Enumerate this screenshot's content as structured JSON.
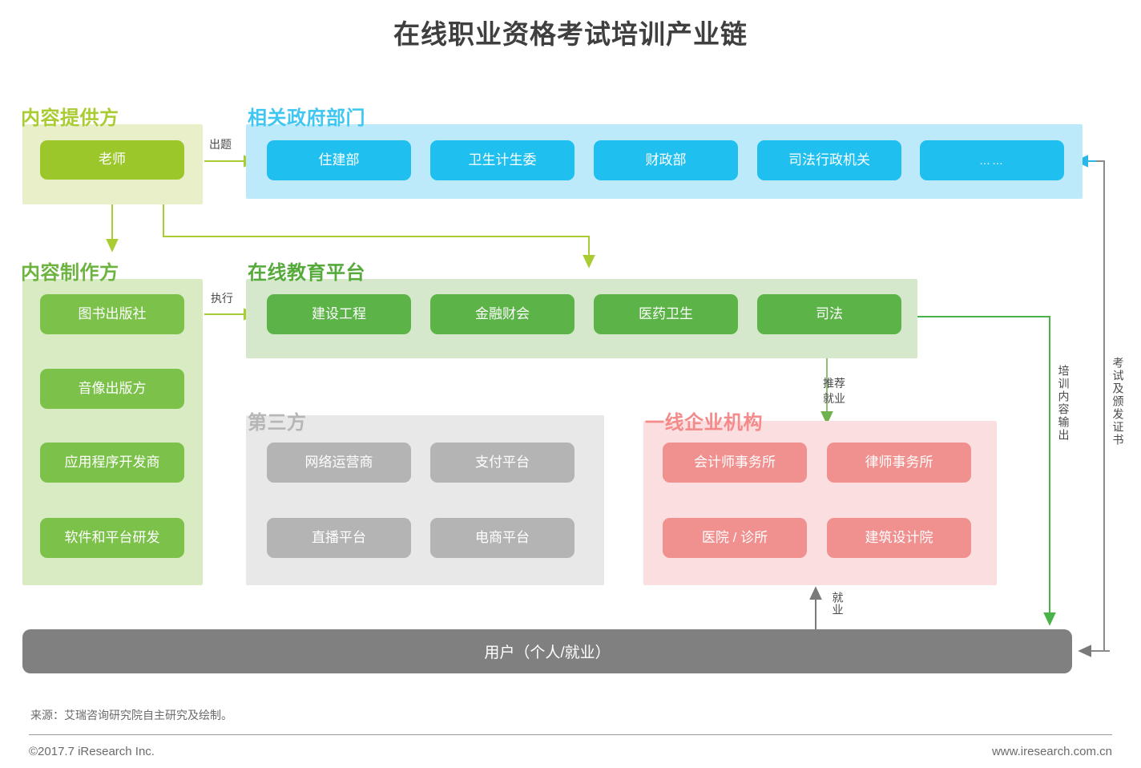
{
  "title": "在线职业资格考试培训产业链",
  "groups": {
    "provider": {
      "title": "内容提供方",
      "color": "#aacc33",
      "panel_color": "#e8efc9",
      "chip_color": "#9cc72b",
      "items": [
        {
          "label": "老师"
        }
      ]
    },
    "government": {
      "title": "相关政府部门",
      "color": "#3fc6f1",
      "panel_color": "#bdeafb",
      "chip_color": "#1fc0ef",
      "items": [
        {
          "label": "住建部"
        },
        {
          "label": "卫生计生委"
        },
        {
          "label": "财政部"
        },
        {
          "label": "司法行政机关"
        },
        {
          "label": "……"
        }
      ]
    },
    "maker": {
      "title": "内容制作方",
      "color": "#6cb33f",
      "panel_color": "#d9ebc3",
      "chip_color": "#7cc24a",
      "items": [
        {
          "label": "图书出版社"
        },
        {
          "label": "音像出版方"
        },
        {
          "label": "应用程序开发商"
        },
        {
          "label": "软件和平台研发"
        }
      ]
    },
    "platform": {
      "title": "在线教育平台",
      "color": "#55aa3b",
      "panel_color": "#d5e8cb",
      "chip_color": "#5cb448",
      "items": [
        {
          "label": "建设工程"
        },
        {
          "label": "金融财会"
        },
        {
          "label": "医药卫生"
        },
        {
          "label": "司法"
        }
      ]
    },
    "third_party": {
      "title": "第三方",
      "color": "#b6b6b6",
      "panel_color": "#e8e8e8",
      "chip_color": "#b4b4b4",
      "items": [
        {
          "label": "网络运营商"
        },
        {
          "label": "支付平台"
        },
        {
          "label": "直播平台"
        },
        {
          "label": "电商平台"
        }
      ]
    },
    "enterprise": {
      "title": "一线企业机构",
      "color": "#f48a8a",
      "panel_color": "#fbdfe0",
      "chip_color": "#f0908f",
      "items": [
        {
          "label": "会计师事务所"
        },
        {
          "label": "律师事务所"
        },
        {
          "label": "医院 / 诊所"
        },
        {
          "label": "建筑设计院"
        }
      ]
    }
  },
  "user_bar": {
    "label": "用户（个人/就业）",
    "color": "#808080"
  },
  "edges": [
    {
      "id": "chuti",
      "label": "出题",
      "color": "#aacc33"
    },
    {
      "id": "zhixing",
      "label": "执行",
      "color": "#aacc33"
    },
    {
      "id": "tuijian-jiuye",
      "label_line1": "推荐",
      "label_line2": "就业",
      "color": "#7cb45a"
    },
    {
      "id": "jiuye",
      "label": "就业",
      "color": "#7a7a7a"
    },
    {
      "id": "peixun-neirong-shuchu",
      "label": "培训内容输出",
      "color": "#49b349"
    },
    {
      "id": "kaoshi-jifa-zhengshu",
      "label": "考试及颁发证书",
      "color": "#8a8a8a"
    }
  ],
  "footer": {
    "source": "来源：艾瑞咨询研究院自主研究及绘制。",
    "copyright": "©2017.7 iResearch Inc.",
    "site": "www.iresearch.com.cn"
  }
}
